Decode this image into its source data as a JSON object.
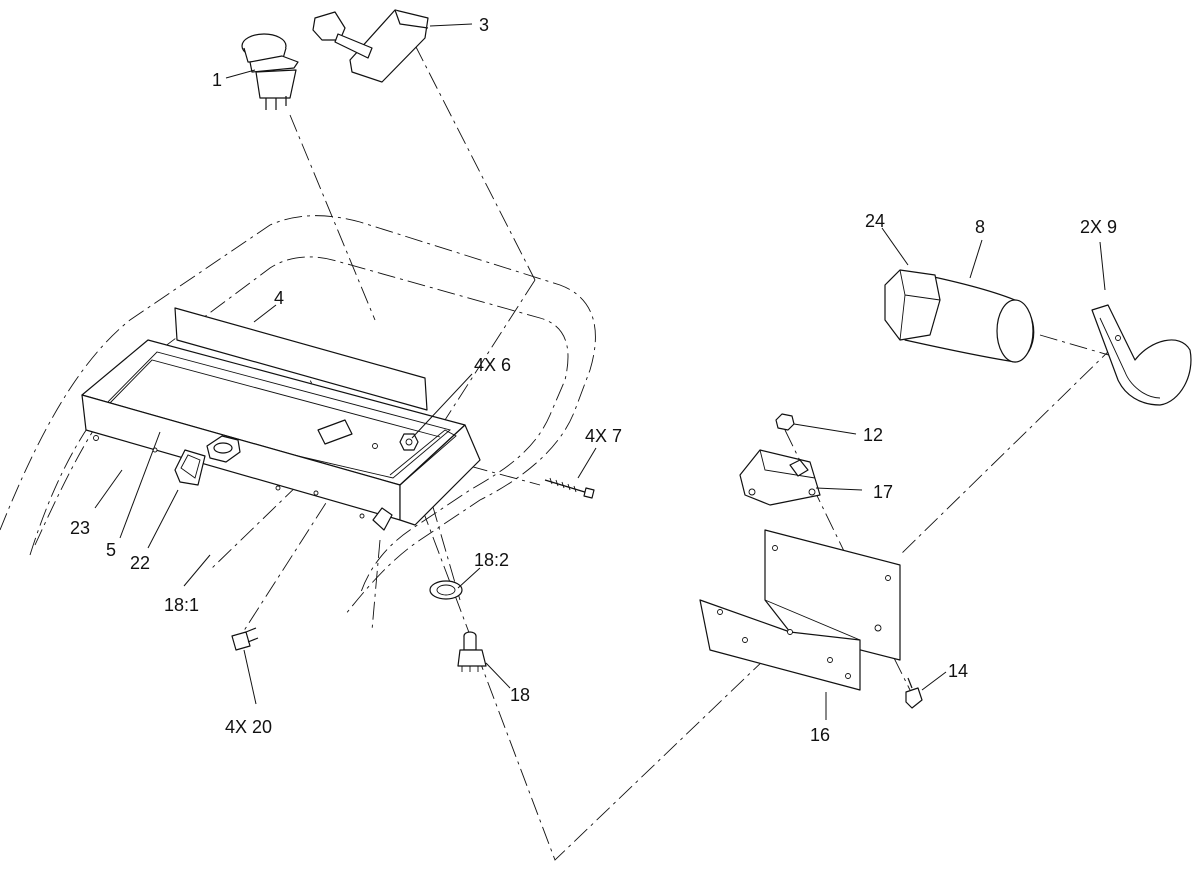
{
  "callouts": {
    "c1": "1",
    "c3": "3",
    "c4": "4",
    "c4x6": "4X 6",
    "c4x7": "4X 7",
    "c23": "23",
    "c5": "5",
    "c22": "22",
    "c18_1": "18:1",
    "c18_2": "18:2",
    "c18": "18",
    "c4x20": "4X 20",
    "c24": "24",
    "c8": "8",
    "c2x9": "2X 9",
    "c12": "12",
    "c17": "17",
    "c14": "14",
    "c16": "16"
  }
}
